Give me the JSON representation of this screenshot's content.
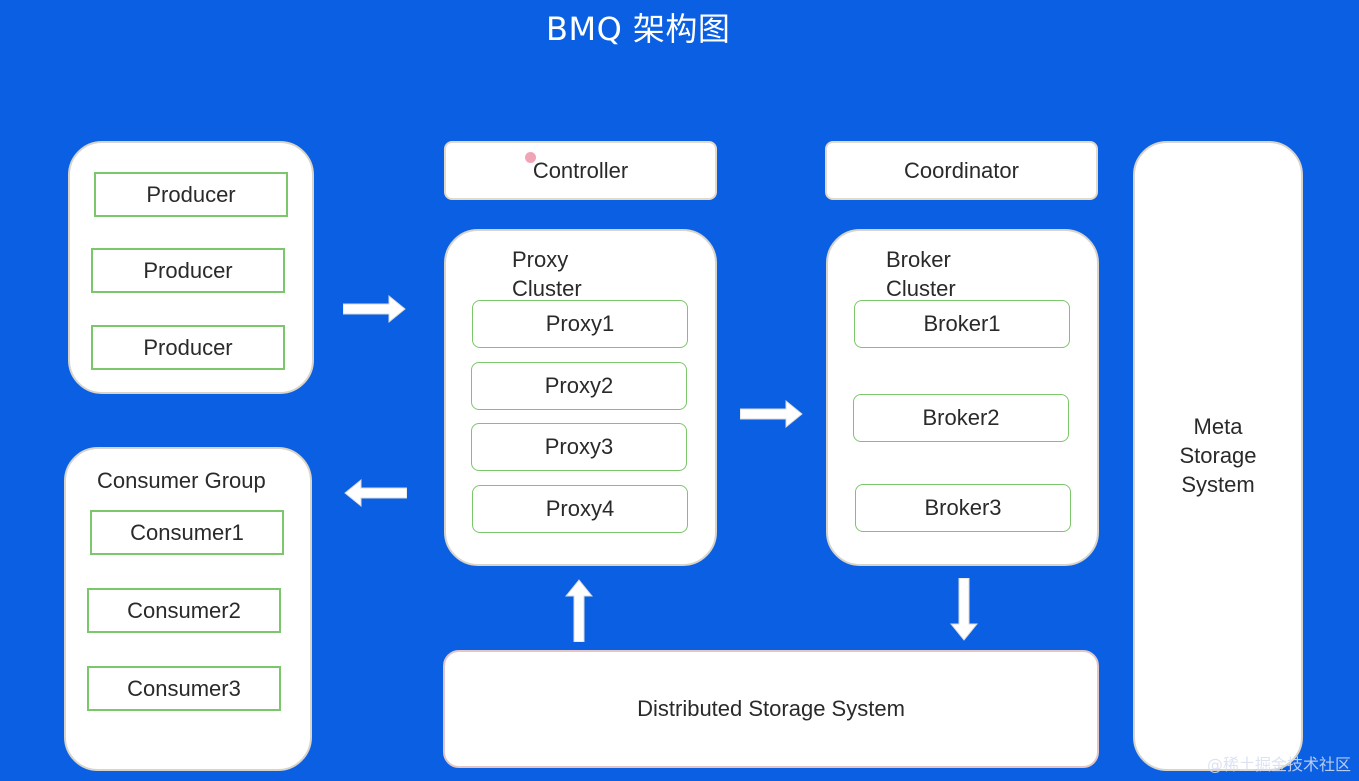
{
  "title": "BMQ 架构图",
  "producers": [
    "Producer",
    "Producer",
    "Producer"
  ],
  "consumer_group": {
    "label": "Consumer Group",
    "consumers": [
      "Consumer1",
      "Consumer2",
      "Consumer3"
    ]
  },
  "controller": "Controller",
  "coordinator": "Coordinator",
  "proxy_cluster": {
    "label_line1": "Proxy",
    "label_line2": "Cluster",
    "proxies": [
      "Proxy1",
      "Proxy2",
      "Proxy3",
      "Proxy4"
    ]
  },
  "broker_cluster": {
    "label_line1": "Broker",
    "label_line2": "Cluster",
    "brokers": [
      "Broker1",
      "Broker2",
      "Broker3"
    ]
  },
  "meta_storage": {
    "line1": "Meta",
    "line2": "Storage",
    "line3": "System"
  },
  "distributed_storage": "Distributed Storage System",
  "watermark": "@稀土掘金技术社区",
  "colors": {
    "background": "#0a5fe3",
    "inner_box_border": "#7cc66b",
    "panel": "#ffffff"
  }
}
